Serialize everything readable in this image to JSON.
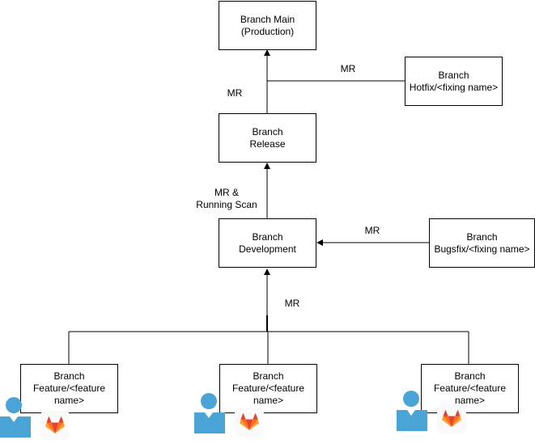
{
  "nodes": {
    "main": {
      "line1": "Branch Main",
      "line2": "(Production)"
    },
    "hotfix": {
      "line1": "Branch",
      "line2": "Hotfix/<fixing name>"
    },
    "release": {
      "line1": "Branch",
      "line2": "Release"
    },
    "development": {
      "line1": "Branch",
      "line2": "Development"
    },
    "bugsfix": {
      "line1": "Branch",
      "line2": "Bugsfix/<fixing name>"
    },
    "features": [
      {
        "line1": "Branch",
        "line2": "Feature/<feature",
        "line3": "name>"
      },
      {
        "line1": "Branch",
        "line2": "Feature/<feature",
        "line3": "name>"
      },
      {
        "line1": "Branch",
        "line2": "Feature/<feature",
        "line3": "name>"
      }
    ]
  },
  "edge_labels": {
    "release_to_main": "MR",
    "hotfix_to_main": "MR",
    "dev_to_release_line1": "MR &",
    "dev_to_release_line2": "Running Scan",
    "bugsfix_to_dev": "MR",
    "features_to_dev": "MR"
  },
  "icons": {
    "developer": "user-icon",
    "gitlab": "gitlab-icon",
    "user_color": "#4aa5d6",
    "gitlab_colors": [
      "#e24329",
      "#fc6d26",
      "#fca326"
    ]
  }
}
